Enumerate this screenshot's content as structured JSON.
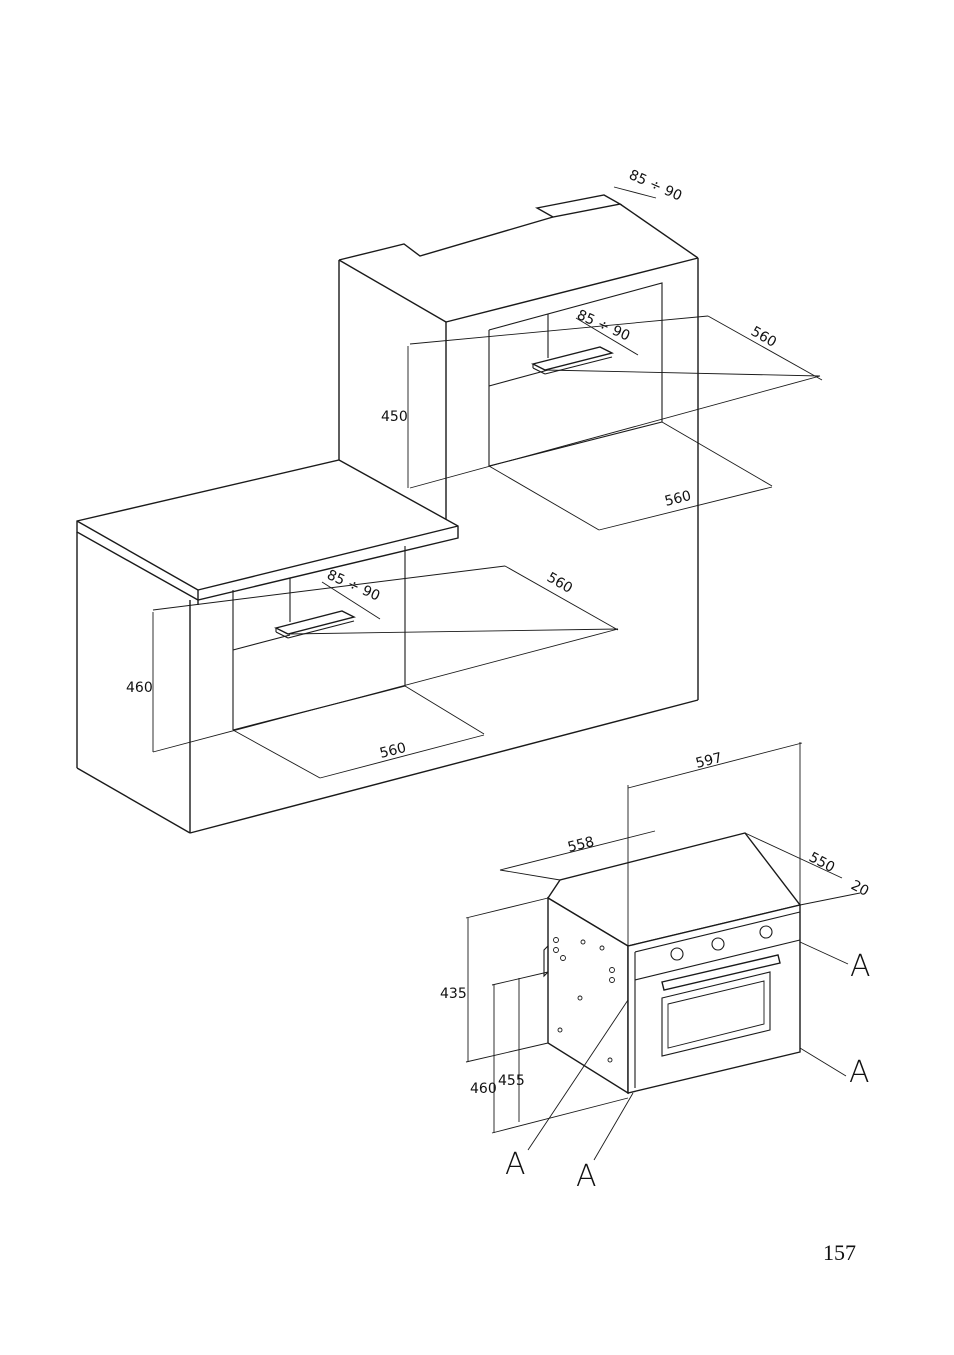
{
  "drawing": {
    "upper_cabinet": {
      "vent_top": "85 ÷ 90",
      "vent_shelf": "85 ÷ 90",
      "width": "560",
      "depth": "560",
      "height": "450"
    },
    "lower_cabinet": {
      "vent_shelf": "85 ÷ 90",
      "width": "560",
      "depth": "560",
      "height": "460"
    },
    "oven": {
      "width": "597",
      "depth_left": "558",
      "depth_right": "550",
      "front_offset": "20",
      "height_435": "435",
      "height_460": "460",
      "height_455": "455",
      "markers": [
        "A",
        "A",
        "A",
        "A"
      ]
    }
  },
  "page_number": "157"
}
